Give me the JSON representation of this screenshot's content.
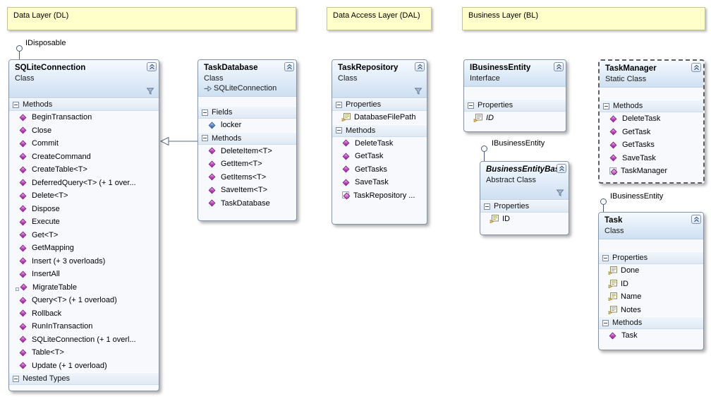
{
  "colors": {
    "comment_bg": "#FFFFC9",
    "comment_border": "#C6C68C",
    "box_header_top": "#F6FAFE",
    "box_header_bottom": "#CFE0F1",
    "box_border": "#8593A9",
    "section_band_bg": "#E4ECF6",
    "member_area_bg": "#F7F9FD",
    "method_icon": "#B83AB8",
    "field_icon": "#4A78B0",
    "property_icon_hand": "#E6C165",
    "connector": "#5A6B85"
  },
  "notes": {
    "data_layer": "Data Layer (DL)",
    "data_access_layer": "Data Access Layer (DAL)",
    "business_layer": "Business Layer (BL)"
  },
  "lollipops": {
    "sqliteconnection": "IDisposable",
    "businessentitybase": "IBusinessEntity",
    "task": "IBusinessEntity"
  },
  "connector": {
    "type": "inheritance",
    "from": "TaskDatabase",
    "to": "SQLiteConnection"
  },
  "boxes": {
    "sqlite": {
      "title": "SQLiteConnection",
      "kind": "Class",
      "methods_title": "Methods",
      "nested_title": "Nested Types",
      "methods": [
        "BeginTransaction",
        "Close",
        "Commit",
        "CreateCommand",
        "CreateTable<T>",
        "DeferredQuery<T> (+ 1 over...",
        "Delete<T>",
        "Dispose",
        "Execute",
        "Get<T>",
        "GetMapping",
        "Insert (+ 3 overloads)",
        "InsertAll",
        "MigrateTable",
        "Query<T> (+ 1 overload)",
        "Rollback",
        "RunInTransaction",
        "SQLiteConnection (+ 1 overl...",
        "Table<T>",
        "Update (+ 1 overload)"
      ]
    },
    "taskdatabase": {
      "title": "TaskDatabase",
      "kind": "Class",
      "base": "SQLiteConnection",
      "fields_title": "Fields",
      "fields": [
        "locker"
      ],
      "methods_title": "Methods",
      "methods": [
        "DeleteItem<T>",
        "GetItem<T>",
        "GetItems<T>",
        "SaveItem<T>",
        "TaskDatabase"
      ]
    },
    "taskrepository": {
      "title": "TaskRepository",
      "kind": "Class",
      "properties_title": "Properties",
      "properties": [
        "DatabaseFilePath"
      ],
      "methods_title": "Methods",
      "methods": [
        "DeleteTask",
        "GetTask",
        "GetTasks",
        "SaveTask",
        "TaskRepository ..."
      ]
    },
    "ibusinessentity": {
      "title": "IBusinessEntity",
      "kind": "Interface",
      "properties_title": "Properties",
      "properties": [
        "ID"
      ]
    },
    "businessentitybase": {
      "title": "BusinessEntityBase",
      "kind": "Abstract Class",
      "properties_title": "Properties",
      "properties": [
        "ID"
      ]
    },
    "taskmanager": {
      "title": "TaskManager",
      "kind": "Static Class",
      "methods_title": "Methods",
      "methods": [
        "DeleteTask",
        "GetTask",
        "GetTasks",
        "SaveTask",
        "TaskManager"
      ]
    },
    "task": {
      "title": "Task",
      "kind": "Class",
      "properties_title": "Properties",
      "properties": [
        "Done",
        "ID",
        "Name",
        "Notes"
      ],
      "methods_title": "Methods",
      "methods": [
        "Task"
      ]
    }
  }
}
